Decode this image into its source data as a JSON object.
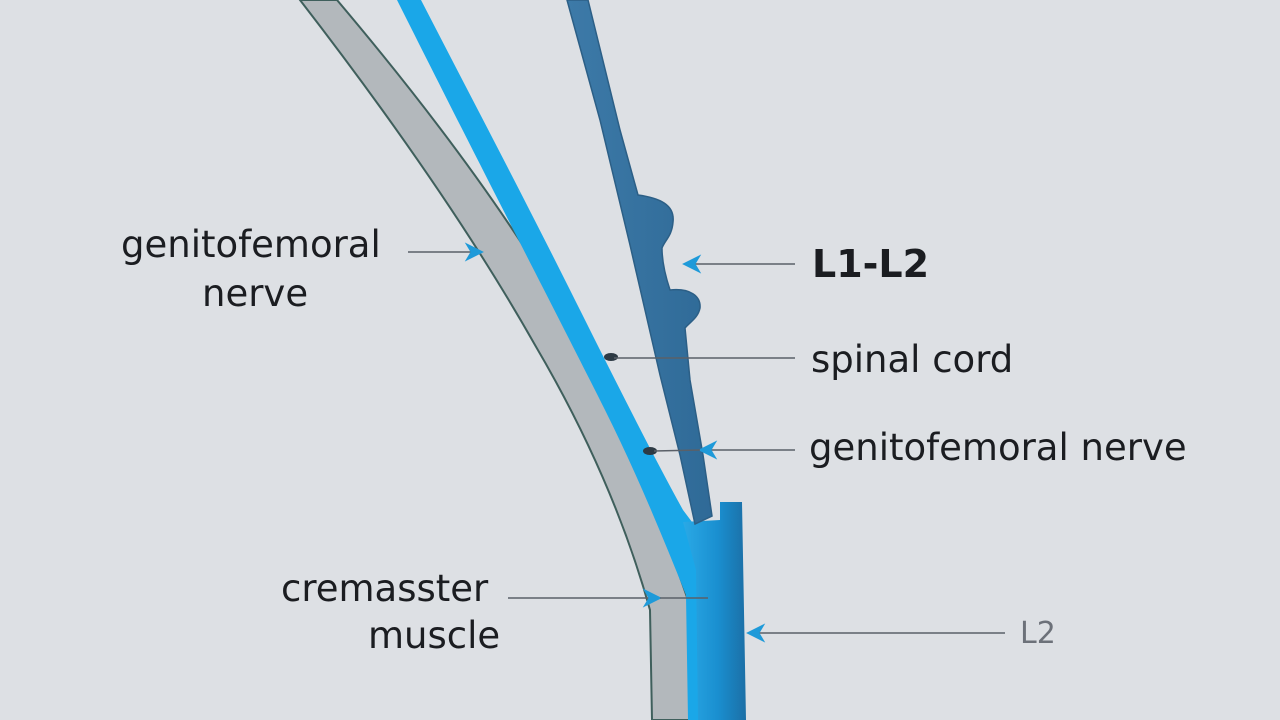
{
  "diagram": {
    "colors": {
      "background": "#dde0e4",
      "gray_band": "#b3b8bc",
      "gray_band_outline": "#3f5f5c",
      "bright_nerve": "#1aa7e8",
      "dark_nerve": "#4a7ea9",
      "trunk": "#1a95d6",
      "leader_line": "#5a6068",
      "arrow_head": "#1e9ad9",
      "text": "#1b1d21"
    },
    "labels": {
      "genitofemoral_left_line1": "genitofemoral",
      "genitofemoral_left_line2": "nerve",
      "l1_l2": "L1-L2",
      "spinal_cord": "spinal cord",
      "genitofemoral_right": "genitofemoral nerve",
      "cremasster_line1": "cremasster",
      "cremasster_line2": "muscle",
      "l2": "L2"
    }
  }
}
